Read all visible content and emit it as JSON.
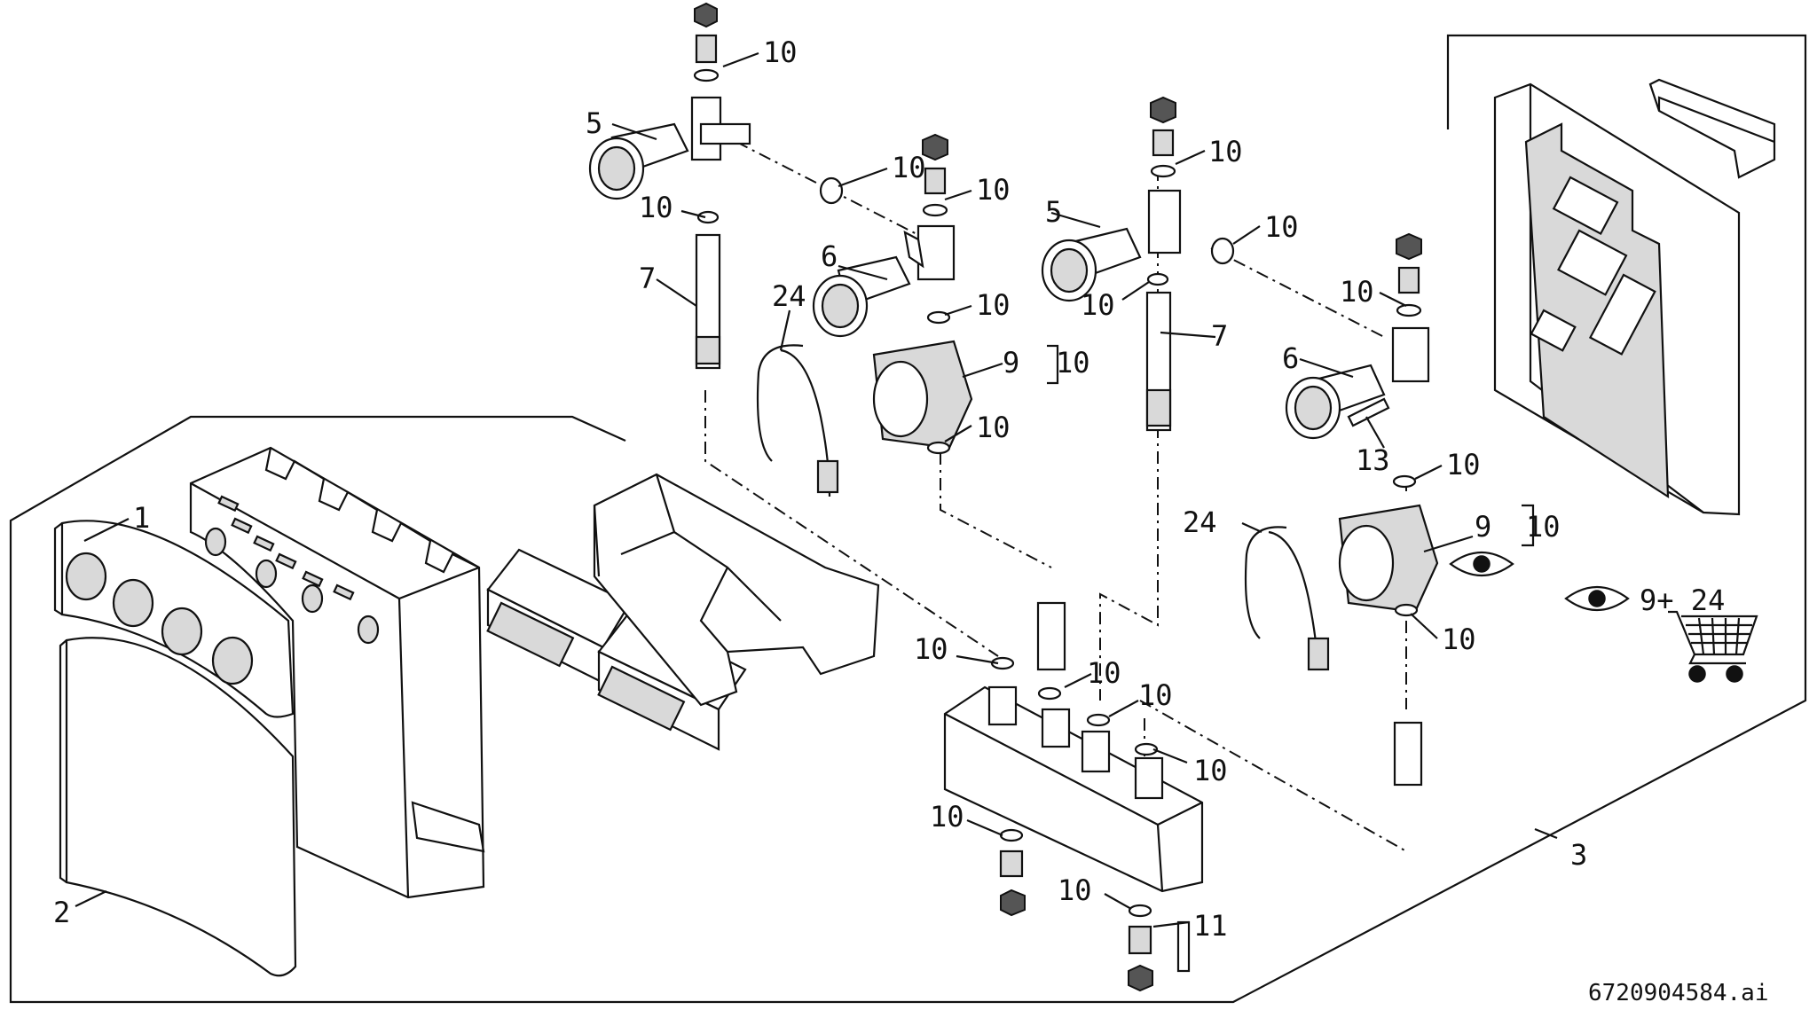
{
  "labels": {
    "l1": "1",
    "l2": "2",
    "l3": "3",
    "l5a": "5",
    "l5b": "5",
    "l6a": "6",
    "l6b": "6",
    "l7a": "7",
    "l7b": "7",
    "l9a": "9",
    "l9b": "9",
    "l9a_ref": "10",
    "l9b_ref": "10",
    "l10": [
      "10",
      "10",
      "10",
      "10",
      "10",
      "10",
      "10",
      "10",
      "10",
      "10",
      "10",
      "10",
      "10",
      "10",
      "10",
      "10",
      "10"
    ],
    "l11": "11",
    "l13": "13",
    "l24a": "24",
    "l24b": "24"
  },
  "order_info": {
    "text": "9+ 24",
    "eye_icon": "eye-icon",
    "cart_icon": "shopping-cart-icon"
  },
  "document_number": "6720904584.ai",
  "colors": {
    "line": "#111111",
    "background": "#ffffff",
    "shade": "#d9d9d9"
  }
}
